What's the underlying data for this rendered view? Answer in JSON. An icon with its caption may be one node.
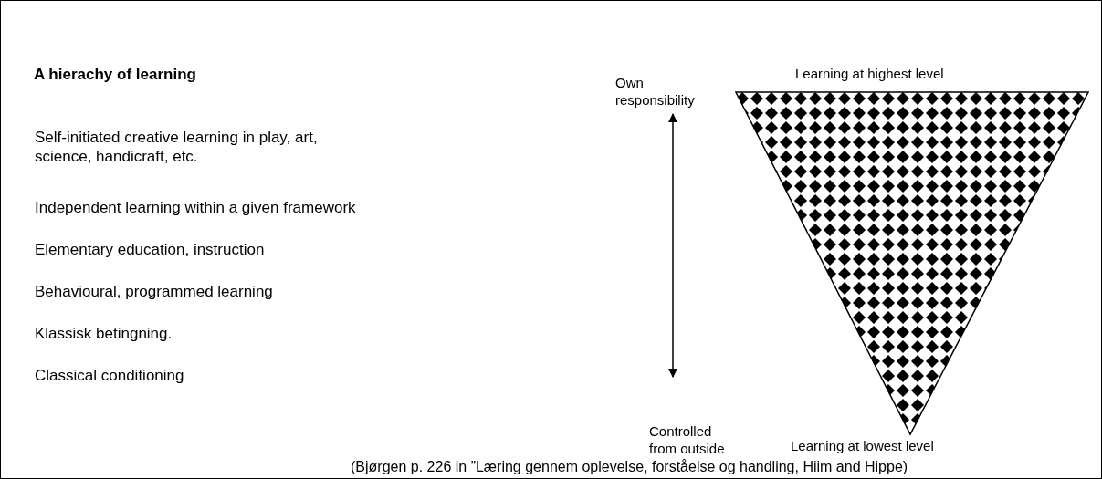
{
  "diagram": {
    "title": "A hierachy of learning",
    "caption": "(Bjørgen p. 226 in ”Læring gennem oplevelse, forståelse og handling, Hiim and Hippe)",
    "nodes": [
      {
        "text": [],
        "shape": "triangle",
        "beside": [
          "Learning at highest level",
          "Learning at lowest level"
        ]
      }
    ],
    "labels": [
      "Self-initiated creative learning in play, art, science, handicraft, etc.",
      "Independent learning within a given framework",
      "Elementary education, instruction",
      "Behavioural, programmed learning",
      "Klassisk betingning.",
      "Classical conditioning",
      "Own responsibility",
      "Controlled from outside"
    ]
  }
}
